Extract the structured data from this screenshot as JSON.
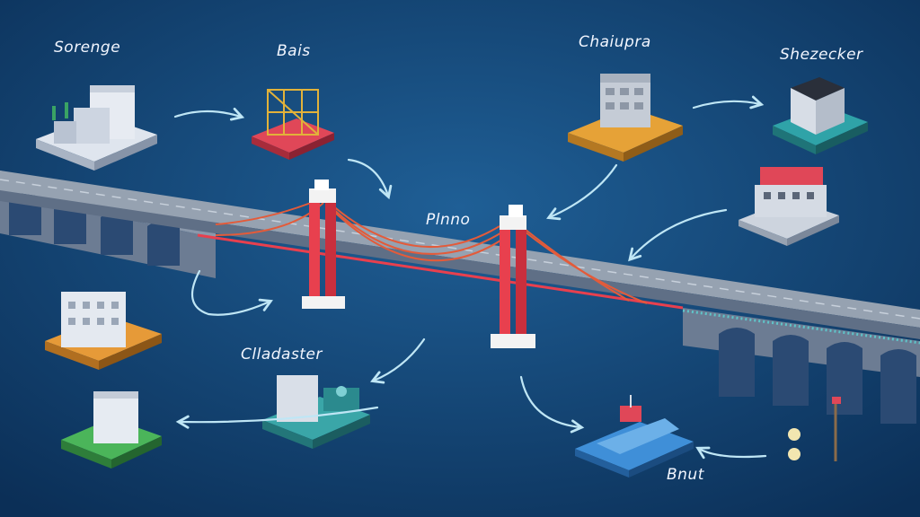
{
  "labels": {
    "top_left": "Sorenge",
    "top_mid": "Bais",
    "top_right": "Chaiupra",
    "far_right": "Shezecker",
    "center": "Plnno",
    "bottom_mid": "Clladaster",
    "bottom_right": "Bnut"
  },
  "colors": {
    "background_light": "#1f5f96",
    "background_dark": "#0b2f57",
    "bridge_tower": "#e8404e",
    "bridge_deck": "#8f9aa8",
    "cable": "#e35b3a",
    "arrow": "#bfe6f5"
  }
}
